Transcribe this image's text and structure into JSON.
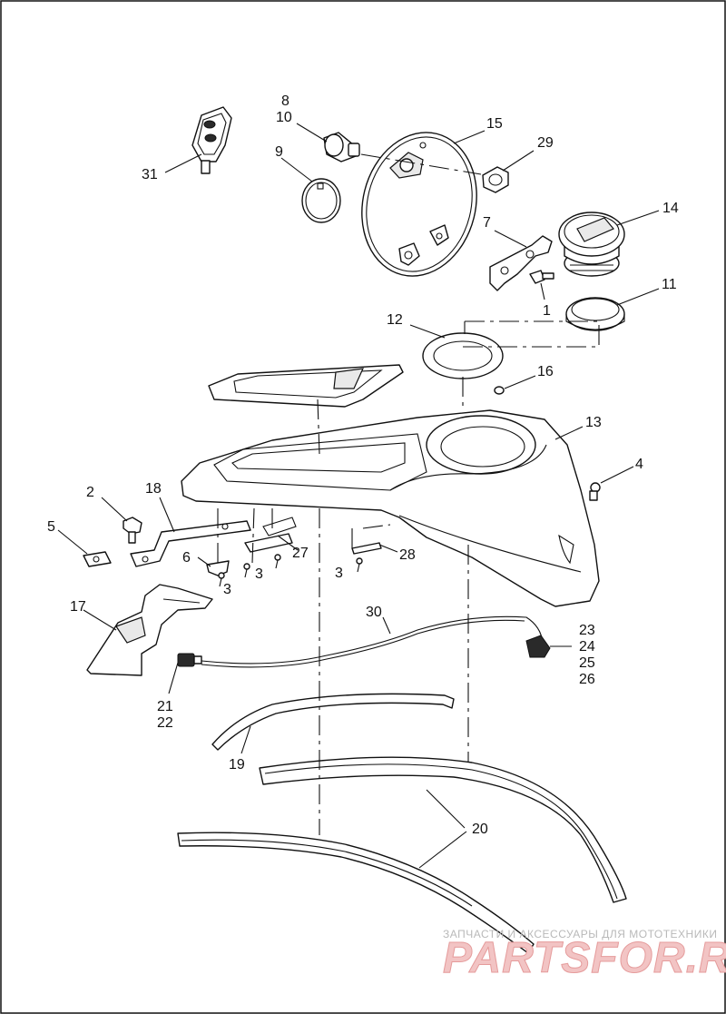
{
  "callouts": {
    "c1": "1",
    "c2": "2",
    "c3a": "3",
    "c3b": "3",
    "c3c": "3",
    "c4": "4",
    "c5": "5",
    "c6": "6",
    "c7": "7",
    "c8": "8",
    "c9": "9",
    "c10": "10",
    "c11": "11",
    "c12": "12",
    "c13": "13",
    "c14": "14",
    "c15": "15",
    "c16": "16",
    "c17": "17",
    "c18": "18",
    "c19": "19",
    "c20": "20",
    "c21": "21",
    "c22": "22",
    "c23": "23",
    "c24": "24",
    "c25": "25",
    "c26": "26",
    "c27": "27",
    "c28": "28",
    "c29": "29",
    "c30": "30",
    "c31": "31"
  },
  "watermark": {
    "tagline": "ЗАПЧАСТИ И АКСЕССУАРЫ ДЛЯ МОТОТЕХНИКИ",
    "logo": "PARTSFOR.RU"
  },
  "colors": {
    "line": "#111111",
    "watermark_fill": "#f2c4c4",
    "watermark_text": "#b9b9b9"
  }
}
